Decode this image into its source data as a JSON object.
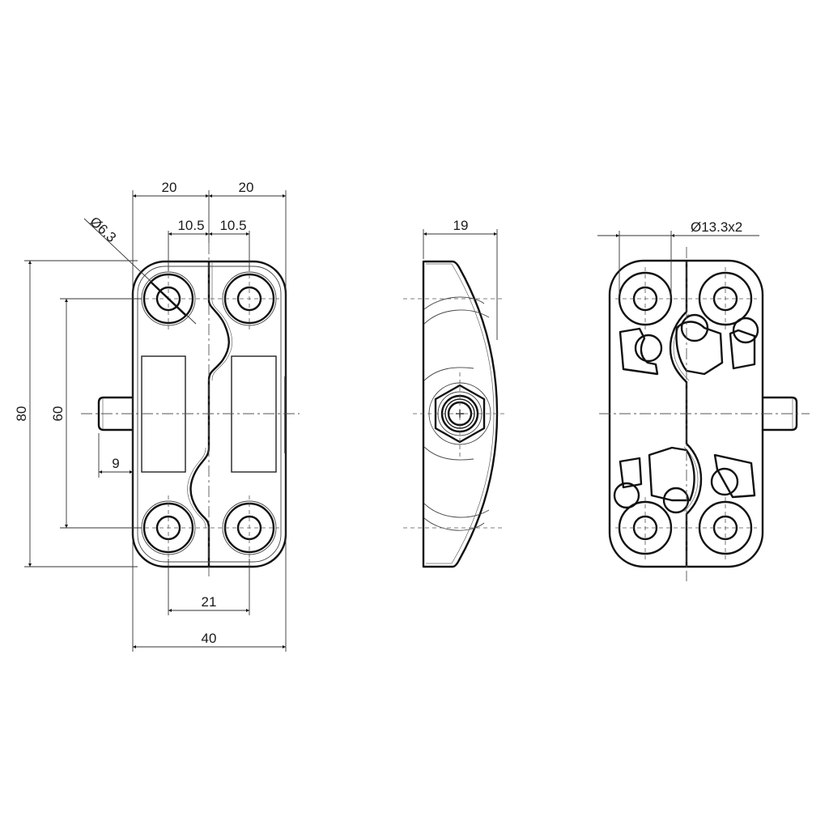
{
  "drawing": {
    "type": "technical-drawing",
    "views": [
      "front-view",
      "side-view",
      "rear-view"
    ]
  },
  "front_view": {
    "dimensions": {
      "half_width_left": "20",
      "half_width_right": "20",
      "hole_offset_left": "10.5",
      "hole_offset_right": "10.5",
      "hole_diameter": "Ø6.3",
      "overall_height": "80",
      "hole_spacing_vertical": "60",
      "pin_length": "9",
      "hole_spacing_horizontal": "21",
      "overall_width": "40"
    }
  },
  "side_view": {
    "dimensions": {
      "depth": "19"
    }
  },
  "rear_view": {
    "dimensions": {
      "counterbore_diameter": "Ø13.3x2"
    }
  },
  "colors": {
    "line": "#111111",
    "background": "#ffffff"
  }
}
